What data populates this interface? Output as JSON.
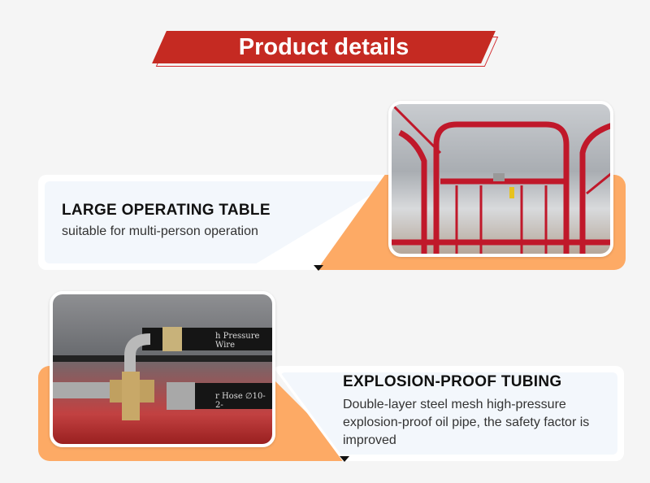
{
  "header": {
    "title": "Product details"
  },
  "features": [
    {
      "title": "LARGE OPERATING TABLE",
      "description": "suitable for  multi-person operation",
      "image": "red-guardrail-platform-photo"
    },
    {
      "title": "EXPLOSION-PROOF TUBING",
      "description": "Double-layer steel mesh high-pressure explosion-proof oil pipe, the safety factor is improved",
      "image": "hydraulic-hose-fittings-photo",
      "hose_print_1": "h Pressure Wire",
      "hose_print_2": "r Hose ∅10-2-"
    }
  ],
  "colors": {
    "banner": "#c52a22",
    "accent": "#fdaa65",
    "background": "#f5f5f5"
  }
}
